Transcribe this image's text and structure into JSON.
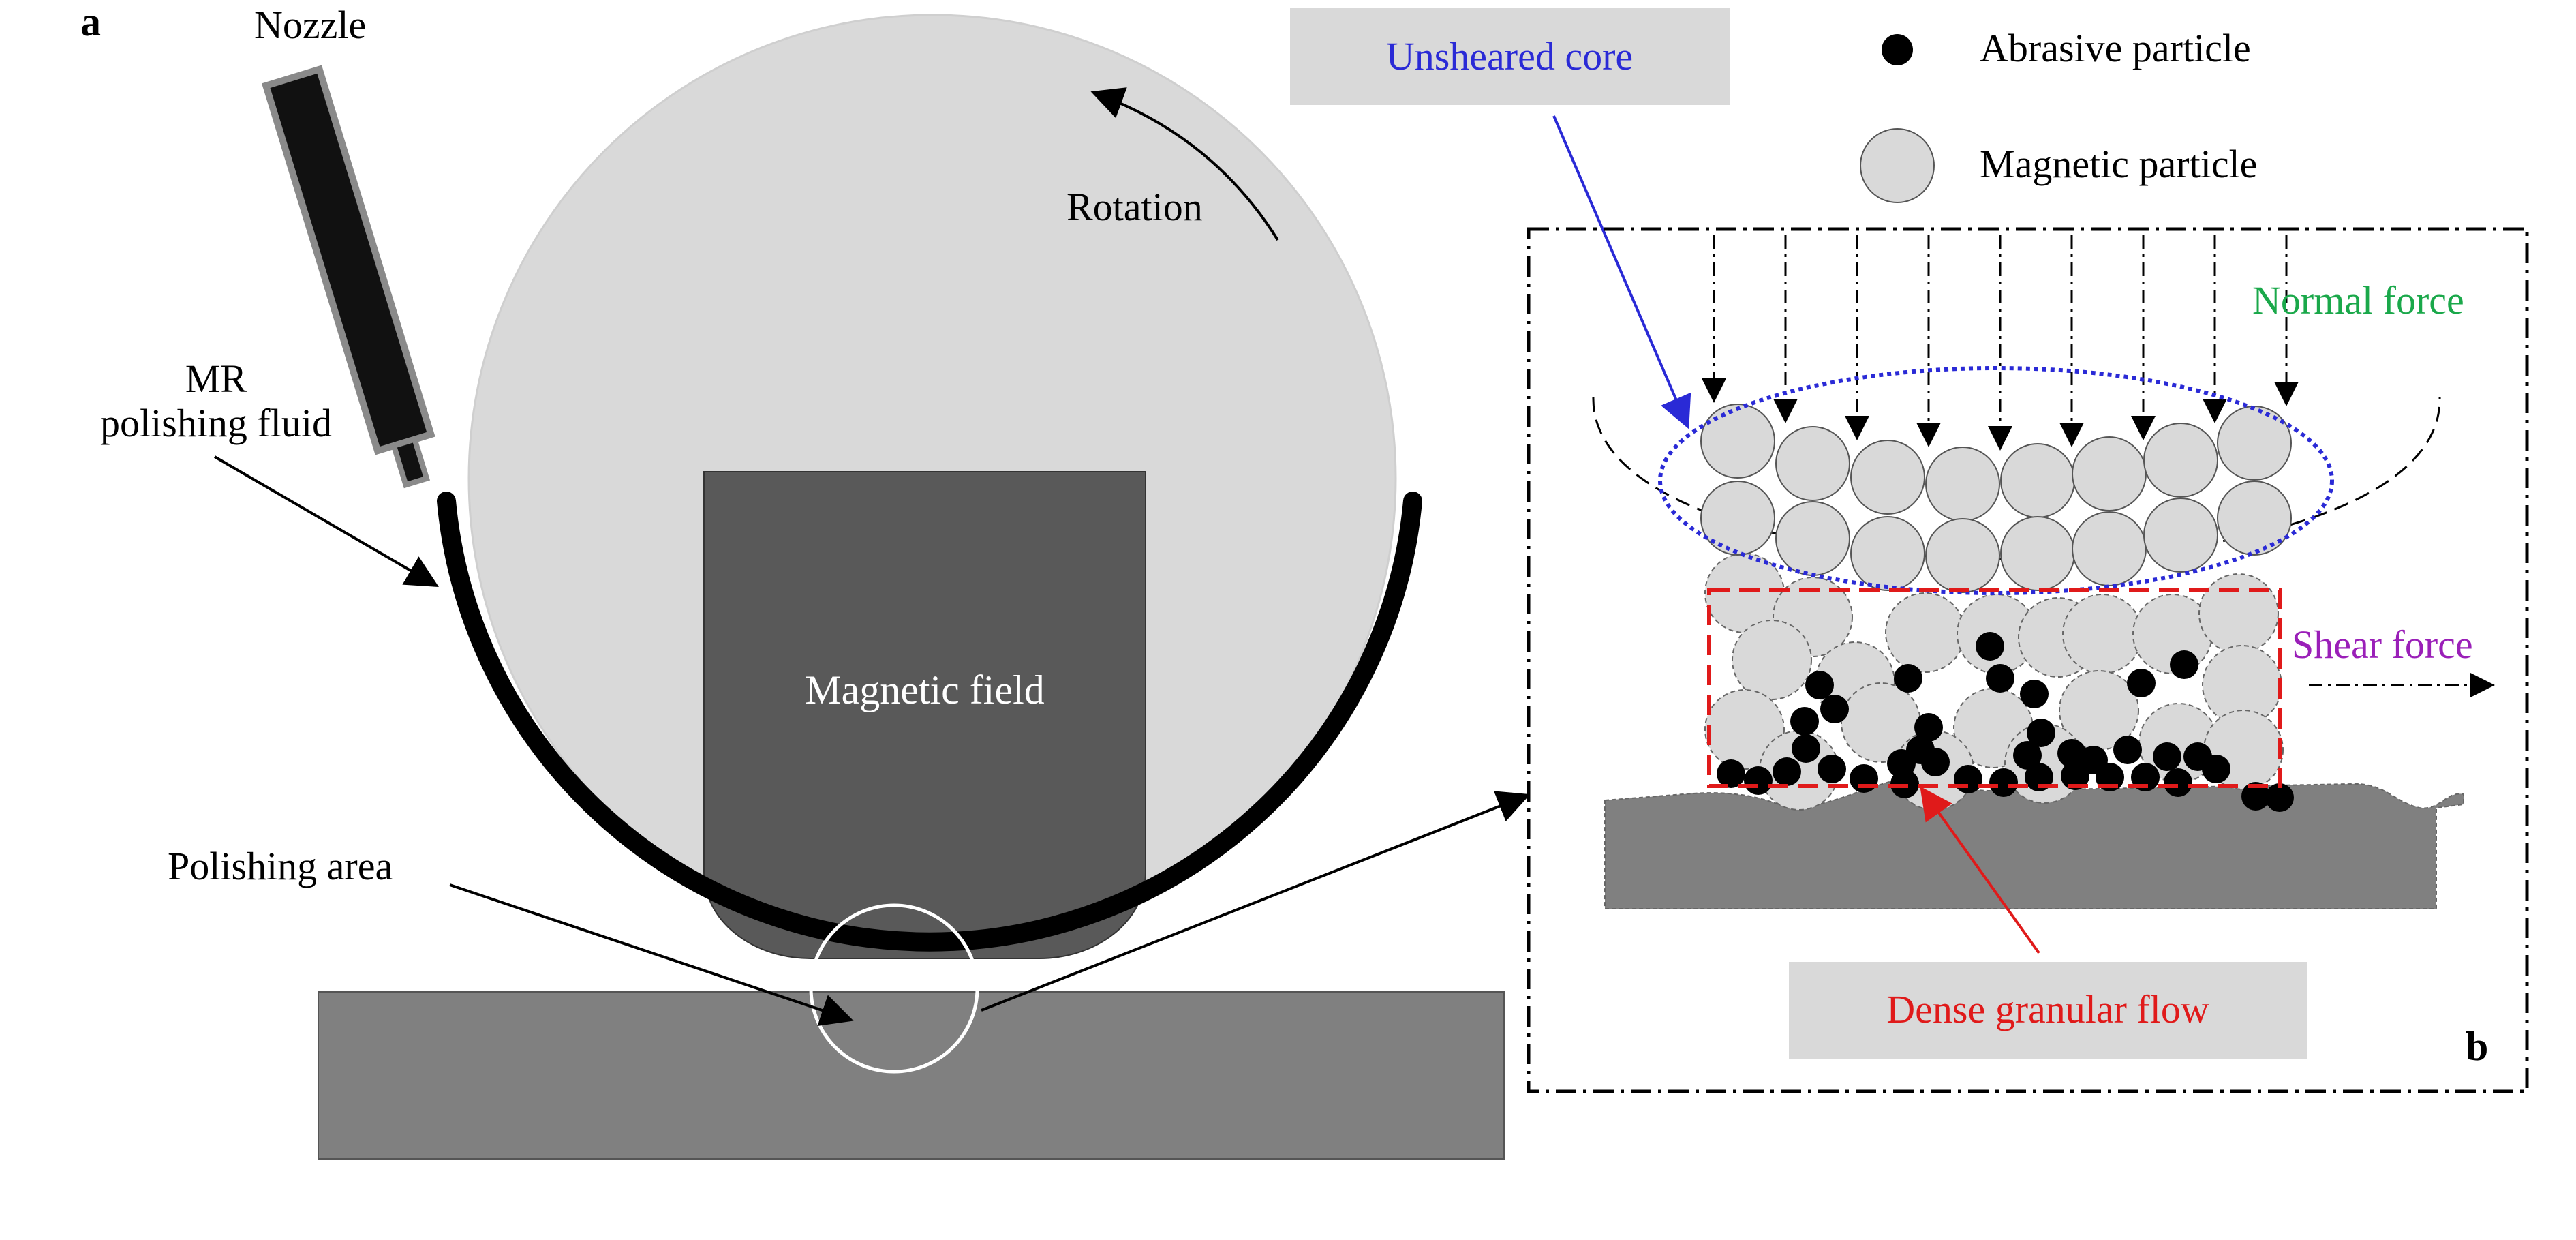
{
  "panel_a": {
    "label": "a",
    "nozzle_label": "Nozzle",
    "fluid_label_line1": "MR",
    "fluid_label_line2": "polishing fluid",
    "rotation_label": "Rotation",
    "magnetic_field_label": "Magnetic field",
    "polishing_area_label": "Polishing area"
  },
  "panel_b": {
    "label": "b",
    "unsheared_core_label": "Unsheared core",
    "legend_abrasive": "Abrasive particle",
    "legend_magnetic": "Magnetic particle",
    "normal_force_label": "Normal force",
    "shear_force_label": "Shear force",
    "dense_flow_label": "Dense granular flow"
  },
  "colors": {
    "wheel": "#d9d9d9",
    "magnet": "#595959",
    "workpiece": "#808080",
    "fluid": "#000000",
    "unsheared_core": "#2a2ad6",
    "normal_force": "#1aa84a",
    "shear_force": "#9a1fb8",
    "dense_flow": "#e01a1a",
    "label_box": "#d9d9d9"
  }
}
